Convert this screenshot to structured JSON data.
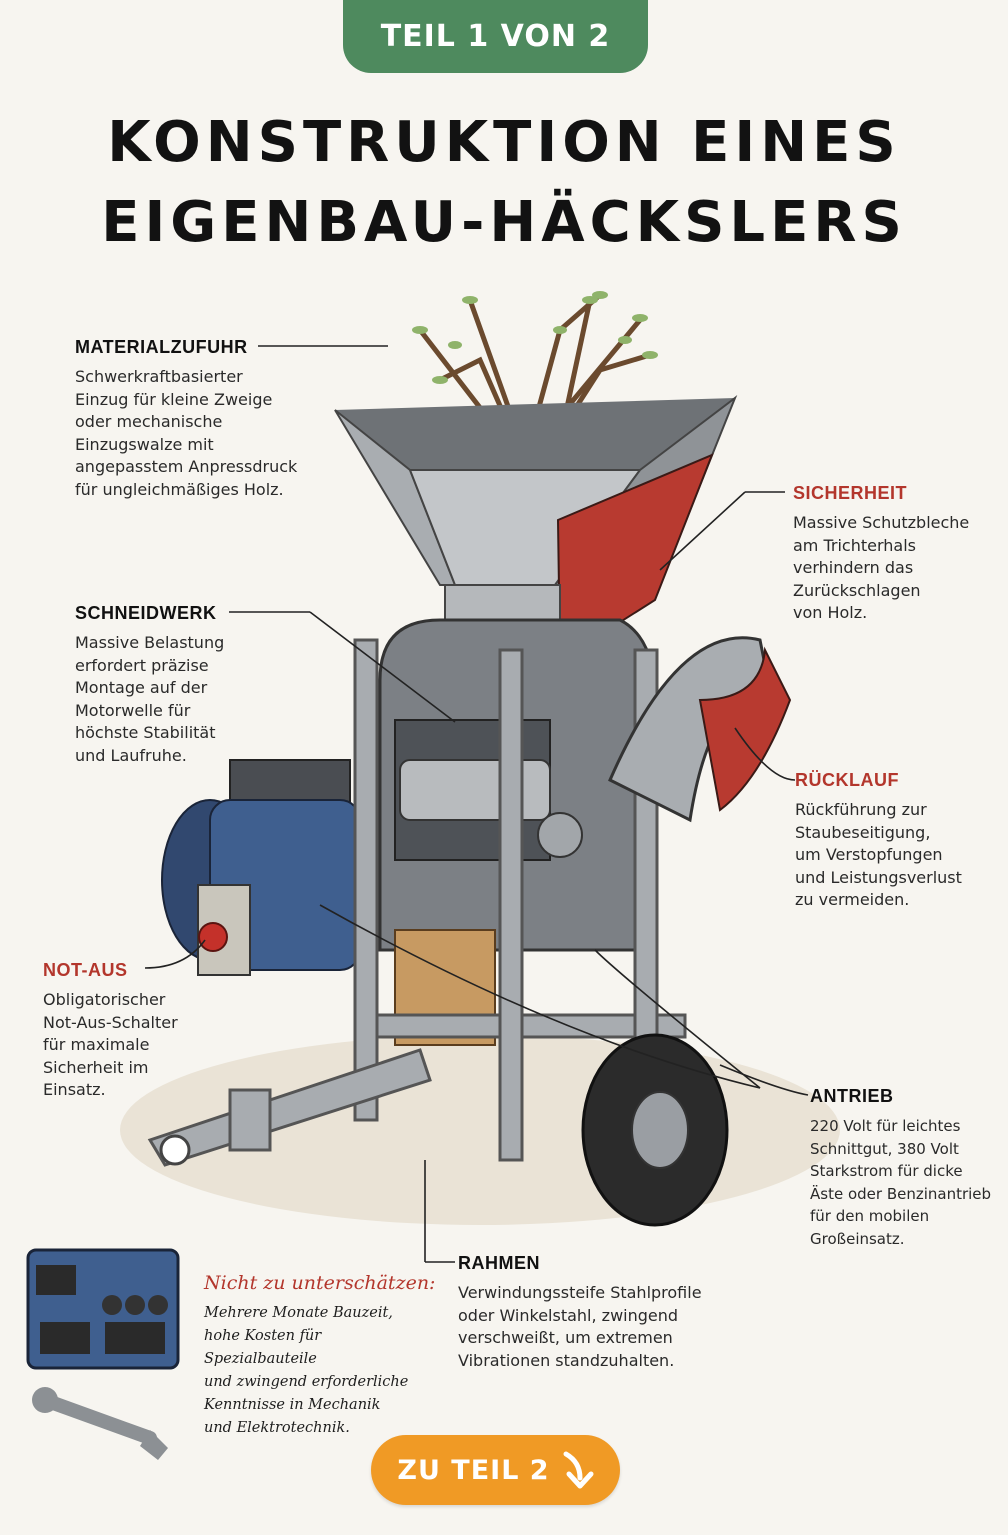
{
  "header": {
    "badge": "TEIL 1 VON 2",
    "title_line1": "KONSTRUKTION EINES",
    "title_line2": "EIGENBAU-HÄCKSLERS"
  },
  "callouts": {
    "materialzufuhr": {
      "title": "MATERIALZUFUHR",
      "text": [
        "Schwerkraftbasierter",
        "Einzug für kleine Zweige",
        "oder mechanische",
        "Einzugswalze mit",
        "angepasstem Anpressdruck",
        "für ungleichmäßiges Holz."
      ]
    },
    "sicherheit": {
      "title": "SICHERHEIT",
      "text": [
        "Massive Schutzbleche",
        "am Trichterhals",
        "verhindern das",
        "Zurückschlagen",
        "von Holz."
      ]
    },
    "schneidwerk": {
      "title": "SCHNEIDWERK",
      "text": [
        "Massive Belastung",
        "erfordert präzise",
        "Montage auf der",
        "Motorwelle für",
        "höchste Stabilität",
        "und Laufruhe."
      ]
    },
    "ruecklauf": {
      "title": "RÜCKLAUF",
      "text": [
        "Rückführung zur",
        "Staubeseitigung,",
        "um Verstopfungen",
        "und Leistungsverlust",
        "zu vermeiden."
      ]
    },
    "notaus": {
      "title": "NOT-AUS",
      "text": [
        "Obligatorischer",
        "Not-Aus-Schalter",
        "für maximale",
        "Sicherheit im",
        "Einsatz."
      ]
    },
    "antrieb": {
      "title": "ANTRIEB",
      "text": [
        "220 Volt für leichtes",
        "Schnittgut, 380 Volt",
        "Starkstrom für dicke",
        "Äste oder Benzinantrieb",
        "für den mobilen",
        "Großeinsatz."
      ]
    },
    "rahmen": {
      "title": "RAHMEN",
      "text": [
        "Verwindungssteife Stahlprofile",
        "oder Winkelstahl, zwingend",
        "verschweißt, um extremen",
        "Vibrationen standzuhalten."
      ]
    }
  },
  "note": {
    "title": "Nicht zu unterschätzen:",
    "text": [
      "Mehrere Monate Bauzeit,",
      "hohe Kosten für Spezialbauteile",
      "und zwingend erforderliche",
      "Kenntnisse in Mechanik",
      "und Elektrotechnik."
    ]
  },
  "cta": {
    "label": "ZU TEIL 2"
  },
  "colors": {
    "badge_green": "#4e8a5e",
    "accent_red": "#b3362c",
    "cta_orange": "#f09a25",
    "motor_blue": "#3f5f8f",
    "steel_gray": "#9a9ea3"
  },
  "icons": [
    "arrow-down-icon",
    "machine-illustration",
    "generator-illustration",
    "wrench-illustration"
  ]
}
